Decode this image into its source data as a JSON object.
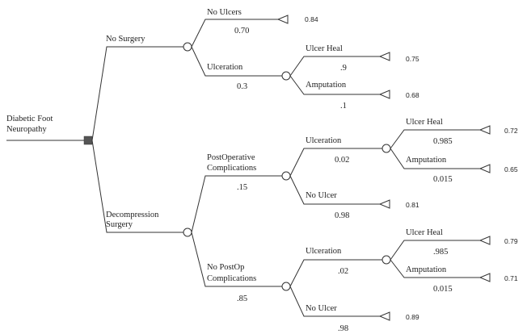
{
  "root": {
    "line1": "Diabetic Foot",
    "line2": "Neuropathy"
  },
  "no_surgery": {
    "label": "No Surgery",
    "no_ulcers": {
      "label": "No Ulcers",
      "prob": "0.70",
      "value": "0.84"
    },
    "ulceration": {
      "label": "Ulceration",
      "prob": "0.3",
      "ulcer_heal": {
        "label": "Ulcer Heal",
        "prob": ".9",
        "value": "0.75"
      },
      "amputation": {
        "label": "Amputation",
        "prob": ".1",
        "value": "0.68"
      }
    }
  },
  "decompression": {
    "line1": "Decompression",
    "line2": "Surgery",
    "postop": {
      "line1": "PostOperative",
      "line2": "Complications",
      "prob": ".15",
      "ulceration": {
        "label": "Ulceration",
        "prob": "0.02",
        "ulcer_heal": {
          "label": "Ulcer Heal",
          "prob": "0.985",
          "value": "0.72"
        },
        "amputation": {
          "label": "Amputation",
          "prob": "0.015",
          "value": "0.65"
        }
      },
      "no_ulcer": {
        "label": "No Ulcer",
        "prob": "0.98",
        "value": "0.81"
      }
    },
    "no_postop": {
      "line1": "No PostOp",
      "line2": "Complications",
      "prob": ".85",
      "ulceration": {
        "label": "Ulceration",
        "prob": ".02",
        "ulcer_heal": {
          "label": "Ulcer Heal",
          "prob": ".985",
          "value": "0.79"
        },
        "amputation": {
          "label": "Amputation",
          "prob": "0.015",
          "value": "0.71"
        }
      },
      "no_ulcer": {
        "label": "No Ulcer",
        "prob": ".98",
        "value": "0.89"
      }
    }
  }
}
